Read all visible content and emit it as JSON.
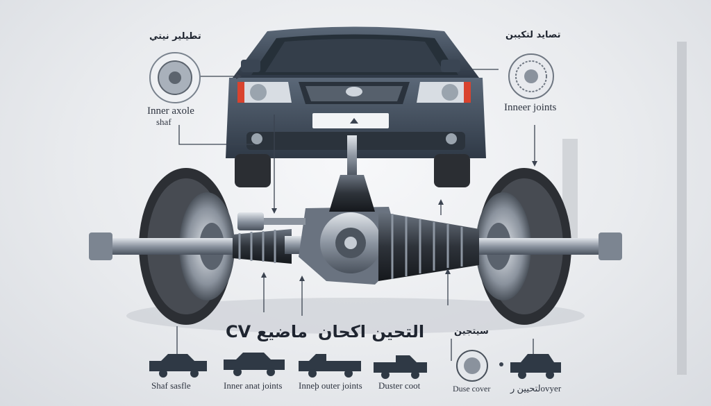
{
  "top_left": {
    "arabic": "تطيلير نيتي",
    "label_line1": "Inner axole",
    "label_line2": "shaf"
  },
  "top_right": {
    "arabic": "تصايد لتكيبن",
    "label": "Inneer joints"
  },
  "main_caption": {
    "left": "CV ماضيع",
    "right": "التحين اكحان"
  },
  "small_arabic": "سيتجين",
  "bottom_labels": [
    "Shaf sasfle",
    "Inner anat joints",
    "Inneþ outer joints",
    "Duster coot",
    "Duse cover",
    "لتحيين رovyer"
  ],
  "colors": {
    "body": "#3f4d5e",
    "tire": "#3a3d42",
    "metal": "#8a93a0",
    "accent": "#2b3a4e"
  }
}
